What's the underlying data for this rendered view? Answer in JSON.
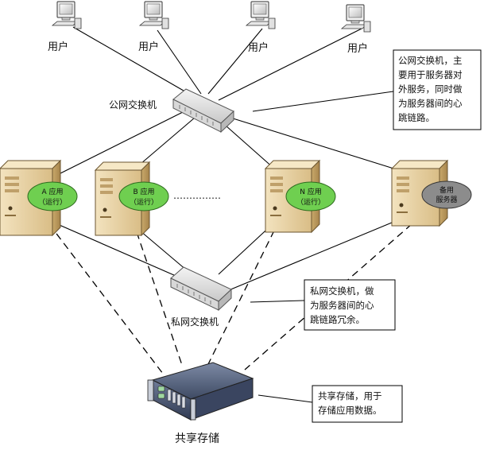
{
  "users": [
    {
      "label": "用户"
    },
    {
      "label": "用户"
    },
    {
      "label": "用户"
    },
    {
      "label": "用户"
    }
  ],
  "public_switch": {
    "label": "公网交换机"
  },
  "private_switch": {
    "label": "私网交换机"
  },
  "storage": {
    "label": "共享存储"
  },
  "servers": [
    {
      "app_line1": "A 应用",
      "app_line2": "（运行）"
    },
    {
      "app_line1": "B 应用",
      "app_line2": "（运行）"
    },
    {
      "app_line1": "N 应用",
      "app_line2": "（运行）"
    },
    {
      "app_line1": "备用",
      "app_line2": "服务器"
    }
  ],
  "ellipsis": "……………",
  "notes": {
    "public": [
      "公网交换机，主",
      "要用于服务器对",
      "外服务，同时做",
      "为服务器间的心",
      "跳链路。"
    ],
    "private": [
      "私网交换机，做",
      "为服务器间的心",
      "跳链路冗余。"
    ],
    "storage": [
      "共享存储，用于",
      "存储应用数据。"
    ]
  },
  "colors": {
    "app_running": "#6fcf50",
    "standby": "#8c8c8c",
    "server_body": "#e8d2a4",
    "line": "#000000"
  }
}
